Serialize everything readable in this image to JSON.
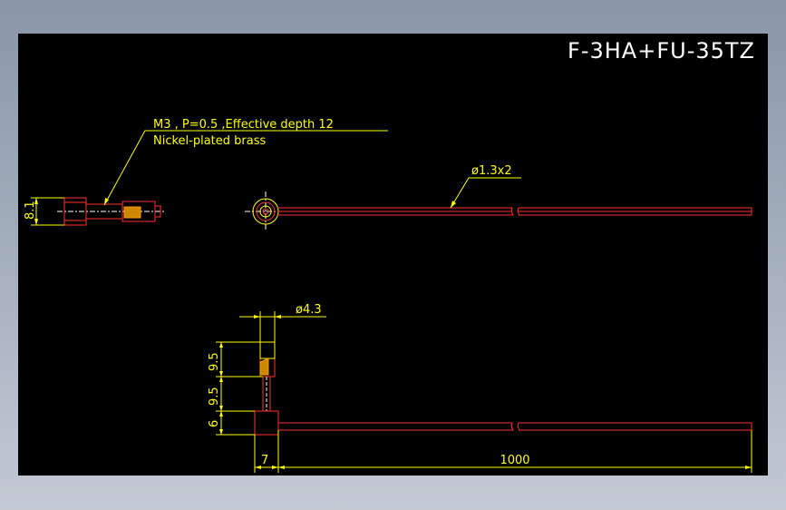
{
  "title": "F-3HA+FU-35TZ",
  "callout": {
    "line1": "M3 , P=0.5 ,Effective depth 12",
    "line2": "Nickel-plated brass"
  },
  "dims": {
    "head_height": "8.1",
    "fiber_diameter": "ø1.3x2",
    "head_diameter": "ø4.3",
    "len_a": "9.5",
    "len_b": "9.5",
    "len_c": "6",
    "base_width": "7",
    "fiber_length": "1000"
  },
  "colors": {
    "background": "#000000",
    "dimension": "#ffff00",
    "outline": "#ff3030",
    "centerline": "#ffffff",
    "hatch": "#ff9900"
  }
}
